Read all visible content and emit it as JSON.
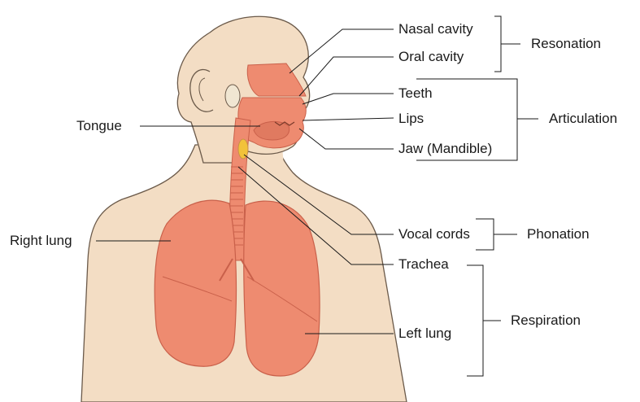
{
  "labels": {
    "nasal_cavity": "Nasal cavity",
    "oral_cavity": "Oral cavity",
    "teeth": "Teeth",
    "lips": "Lips",
    "jaw": "Jaw (Mandible)",
    "tongue": "Tongue",
    "vocal_cords": "Vocal cords",
    "trachea": "Trachea",
    "right_lung": "Right lung",
    "left_lung": "Left lung"
  },
  "groups": {
    "resonation": "Resonation",
    "articulation": "Articulation",
    "phonation": "Phonation",
    "respiration": "Respiration"
  },
  "colors": {
    "skin": "#f3ddc4",
    "skin_outline": "#6b5a4a",
    "organ": "#ee8b70",
    "organ_dark": "#c9604a",
    "vocal_cord": "#f2c23a",
    "line": "#1a1a1a"
  }
}
